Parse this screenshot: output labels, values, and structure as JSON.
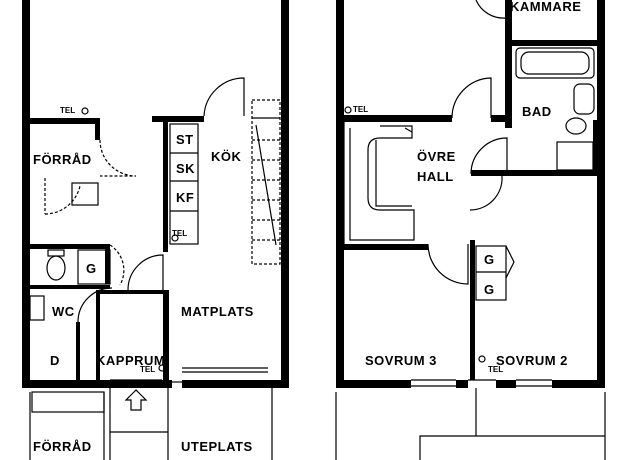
{
  "rooms": {
    "kammare": "KAMMARE",
    "forrad_upper": "FÖRRÅD",
    "kok": "KÖK",
    "st": "ST",
    "sk": "SK",
    "kf": "KF",
    "ovre_hall_line1": "ÖVRE",
    "ovre_hall_line2": "HALL",
    "bad": "BAD",
    "g1": "G",
    "g2": "G",
    "g3": "G",
    "wc": "WC",
    "d": "D",
    "matplats": "MATPLATS",
    "kapprum": "KAPPRUM",
    "sovrum3": "SOVRUM 3",
    "sovrum2": "SOVRUM 2",
    "forrad_lower": "FÖRRÅD",
    "uteplats": "UTEPLATS"
  },
  "tel_labels": {
    "tel1": "TEL",
    "tel2": "TEL",
    "tel3": "TEL",
    "tel4": "TEL",
    "tel5": "TEL"
  },
  "icons": [
    "phone-outlet-icon",
    "entrance-arrow-icon",
    "bathtub-icon",
    "toilet-icon",
    "sink-icon",
    "staircase-icon"
  ]
}
